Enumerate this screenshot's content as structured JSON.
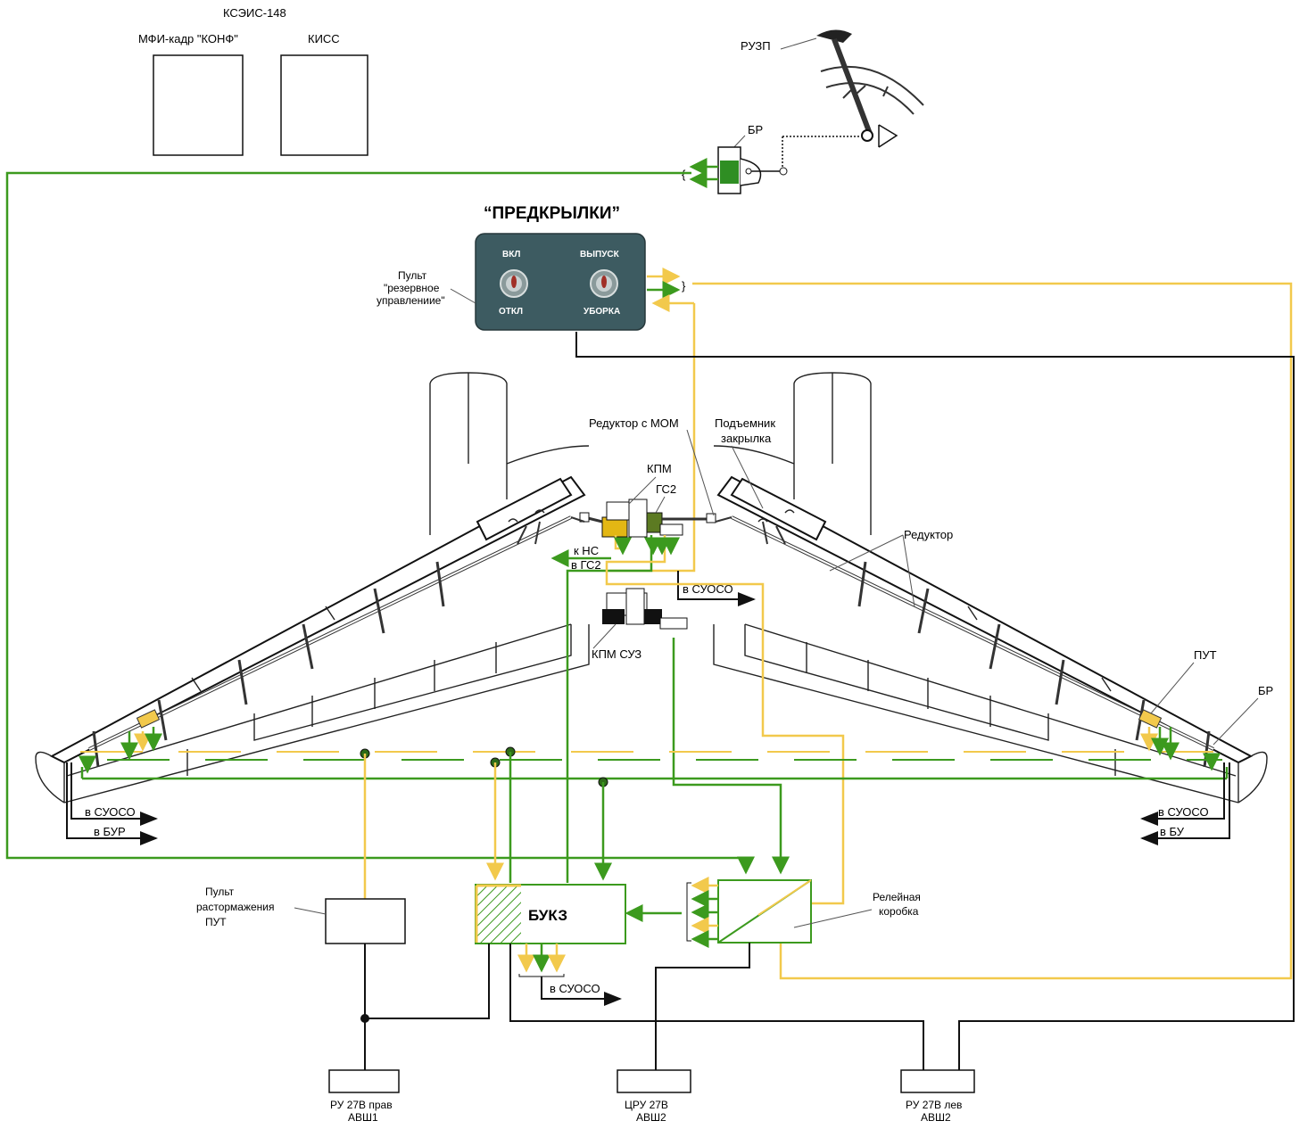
{
  "header": {
    "system": "КСЭИС-148",
    "mfi_frame": "МФИ-кадр \"КОНФ\"",
    "kiss": "КИСС"
  },
  "controls": {
    "ruzp": "РУЗП",
    "br_top": "БР",
    "title": "“ПРЕДКРЫЛКИ”",
    "panel_caption": [
      "Пульт",
      "\"резервное",
      "управлениие\""
    ],
    "switch_left_top": "ВКЛ",
    "switch_left_bottom": "ОТКЛ",
    "switch_right_top": "ВЫПУСК",
    "switch_right_bottom": "УБОРКА"
  },
  "fuselage": {
    "gearbox_mom": "Редуктор с МОМ",
    "kpm": "КПМ",
    "gs2": "ГС2",
    "to_ns": "к НС",
    "to_gs2": "в ГС2",
    "to_suoso": "в СУОСО",
    "kpm_suz": "КПМ СУЗ",
    "flap_lift": [
      "Подъемник",
      "закрылка"
    ],
    "reductor": "Редуктор"
  },
  "wing_right": {
    "put": "ПУТ",
    "br": "БР",
    "to_suoso": "в СУОСО",
    "to_bu": "в БУ"
  },
  "wing_left": {
    "to_suoso": "в СУОСО",
    "to_bur": "в БУР"
  },
  "units": {
    "put_panel": [
      "Пульт",
      "растормажения",
      "ПУТ"
    ],
    "bukz": "БУКЗ",
    "relay_box": [
      "Релейная",
      "коробка"
    ],
    "bukz_to_suoso": "в СУОСО"
  },
  "power": {
    "ru_right": [
      "РУ 27В прав",
      "АВШ1"
    ],
    "cru": [
      "ЦРУ 27В",
      "АВШ2"
    ],
    "ru_left": [
      "РУ 27В лев",
      "АВШ2"
    ]
  },
  "colors": {
    "signal_green": "#3c9a1e",
    "signal_yellow": "#f2c94c",
    "panel_bg": "#3d5b61",
    "power_black": "#111111"
  }
}
